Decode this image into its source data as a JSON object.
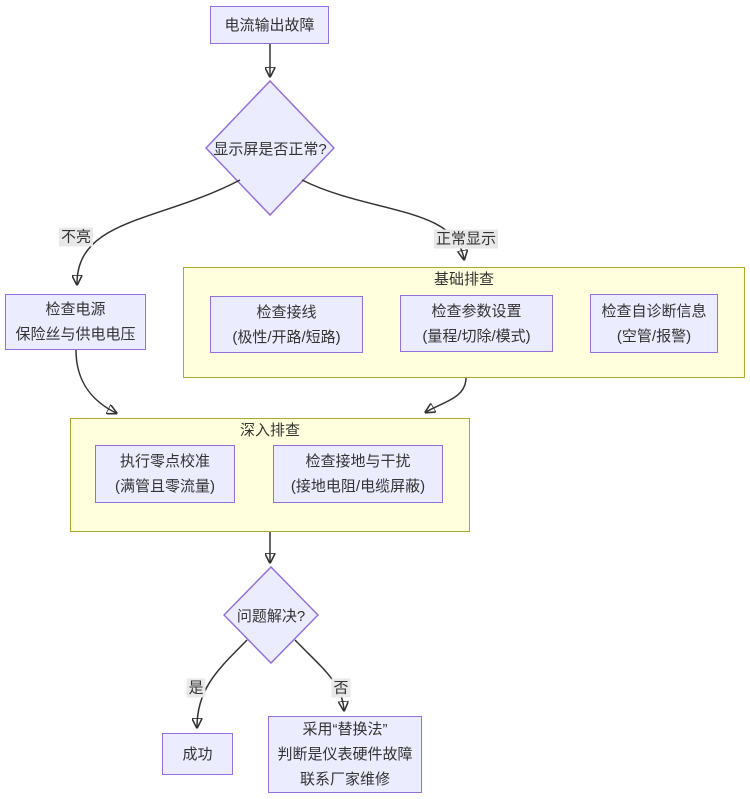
{
  "diagram": {
    "nodes": {
      "fault": {
        "label": "电流输出故障"
      },
      "display_check": {
        "label": "显示屏是否正常?"
      },
      "power": {
        "lines": [
          "检查电源",
          "保险丝与供电电压"
        ]
      },
      "wiring": {
        "lines": [
          "检查接线",
          "(极性/开路/短路)"
        ]
      },
      "params": {
        "lines": [
          "检查参数设置",
          "(量程/切除/模式)"
        ]
      },
      "diagnostics": {
        "lines": [
          "检查自诊断信息",
          "(空管/报警)"
        ]
      },
      "zero_cal": {
        "lines": [
          "执行零点校准",
          "(满管且零流量)"
        ]
      },
      "grounding": {
        "lines": [
          "检查接地与干扰",
          "(接地电阻/电缆屏蔽)"
        ]
      },
      "solved_check": {
        "label": "问题解决?"
      },
      "success": {
        "label": "成功"
      },
      "replace": {
        "lines": [
          "采用“替换法”",
          "判断是仪表硬件故障",
          "联系厂家维修"
        ]
      }
    },
    "clusters": {
      "basic": {
        "title": "基础排查"
      },
      "deep": {
        "title": "深入排查"
      }
    },
    "edge_labels": {
      "not_lit": "不亮",
      "normal": "正常显示",
      "yes": "是",
      "no": "否"
    },
    "colors": {
      "node_fill": "#ECECFF",
      "node_border": "#9370DB",
      "cluster_fill": "#FFFFDE",
      "cluster_border": "#AAAA33",
      "edge": "#333333",
      "edge_label_bg": "#E8E8E8",
      "text": "#333333"
    }
  }
}
